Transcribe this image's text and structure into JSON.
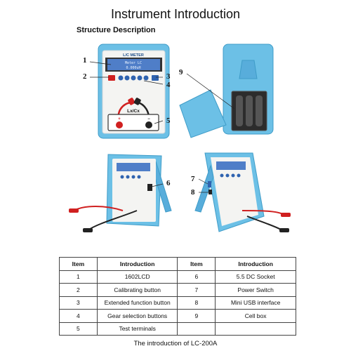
{
  "page": {
    "title": "Instrument Introduction",
    "section_title": "Structure Description",
    "caption": "The introduction of LC-200A"
  },
  "device": {
    "label": "L/C METER",
    "lcd_line1": "Meter LC",
    "lcd_line2": "0.000uH",
    "terminals_label": "Lx/Cx",
    "plus": "+",
    "minus": "−"
  },
  "callouts": [
    "1",
    "2",
    "3",
    "4",
    "5",
    "6",
    "7",
    "8",
    "9"
  ],
  "table": {
    "headers": [
      "Item",
      "Introduction",
      "Item",
      "Introduction"
    ],
    "rows": [
      [
        "1",
        "1602LCD",
        "6",
        "5.5 DC Socket"
      ],
      [
        "2",
        "Calibrating button",
        "7",
        "Power Switch"
      ],
      [
        "3",
        "Extended function button",
        "8",
        "Mini USB interface"
      ],
      [
        "4",
        "Gear selection buttons",
        "9",
        "Cell box"
      ],
      [
        "5",
        "Test terminals",
        "",
        ""
      ]
    ]
  },
  "colors": {
    "case_blue": "#6cc0e6",
    "case_dark": "#3f9cc8",
    "panel_white": "#f4f4f2",
    "lcd_blue": "#4f7ec8",
    "button_blue": "#2f63b0",
    "clip_red": "#d02020",
    "clip_black": "#222222"
  }
}
